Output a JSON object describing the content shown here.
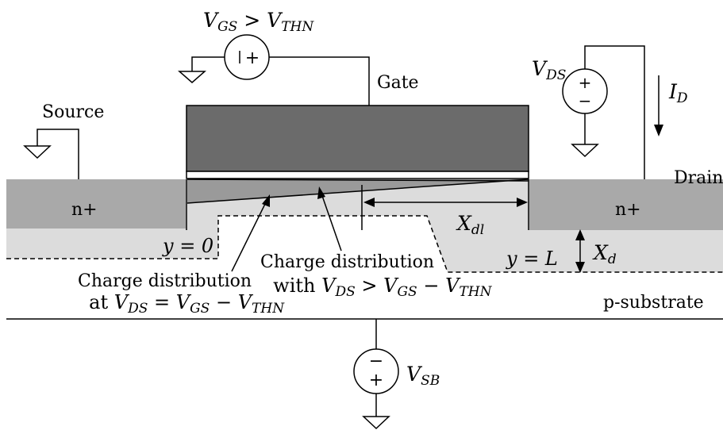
{
  "labels": {
    "vgs_gt_vthn": {
      "v": "V",
      "gs": "GS",
      "gt": " > ",
      "v2": "V",
      "thn": "THN"
    },
    "gate": "Gate",
    "source": "Source",
    "vds": {
      "v": "V",
      "sub": "DS"
    },
    "id": {
      "i": "I",
      "sub": "D"
    },
    "drain": "Drain",
    "n_plus_left": "n+",
    "n_plus_right": "n+",
    "y_zero": "y = 0",
    "y_L": "y = L",
    "xdl": {
      "x": "X",
      "sub": "dl"
    },
    "xd": {
      "x": "X",
      "sub": "d"
    },
    "charge_dist_1": {
      "line1": "Charge distribution",
      "at": "at ",
      "v1": "V",
      "ds": "DS",
      "eq": " = ",
      "v2": "V",
      "gs": "GS",
      "minus": " − ",
      "v3": "V",
      "thn": "THN"
    },
    "charge_dist_2": {
      "line1": "Charge distribution",
      "with": "with ",
      "v1": "V",
      "ds": "DS",
      "gt": " > ",
      "v2": "V",
      "gs": "GS",
      "minus": " − ",
      "v3": "V",
      "thn": "THN"
    },
    "p_substrate": "p-substrate",
    "vsb": {
      "v": "V",
      "sub": "SB"
    }
  },
  "symbols": {
    "gate_source_polarity": "+",
    "vds_plus": "+",
    "vds_minus": "−",
    "vsb_plus": "+",
    "vsb_minus": "−"
  },
  "colors": {
    "gate": "#6b6b6b",
    "n_plus": "#a9a9a9",
    "substrate_depletion": "#dcdcdc",
    "charge_region": "#9a9a9a",
    "oxide": "#ffffff"
  }
}
